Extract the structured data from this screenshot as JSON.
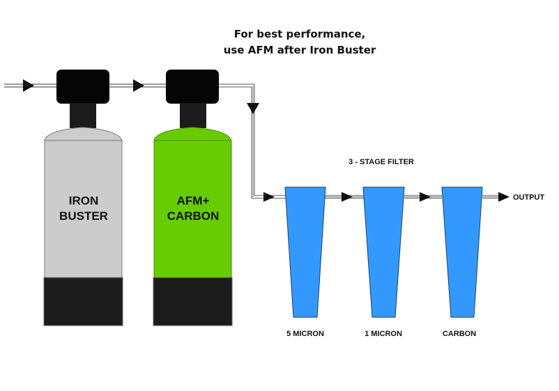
{
  "title": {
    "line1": "For best performance,",
    "line2": "use AFM after Iron Buster"
  },
  "tanks": [
    {
      "id": "iron-buster",
      "label_line1": "IRON",
      "label_line2": "BUSTER",
      "color": "#cccccc"
    },
    {
      "id": "afm-carbon",
      "label_line1": "AFM+",
      "label_line2": "CARBON",
      "color": "#66cc00"
    }
  ],
  "stage_filter": {
    "heading": "3 - STAGE FILTER",
    "color": "#3399ff",
    "cartridges": [
      {
        "label": "5 MICRON"
      },
      {
        "label": "1 MICRON"
      },
      {
        "label": "CARBON"
      }
    ]
  },
  "output_label": "OUTPUT",
  "colors": {
    "head": "#050505",
    "neck": "#1c1c1c",
    "base": "#1c1c1c",
    "arrow": "#111111",
    "pipe": "#555555"
  }
}
